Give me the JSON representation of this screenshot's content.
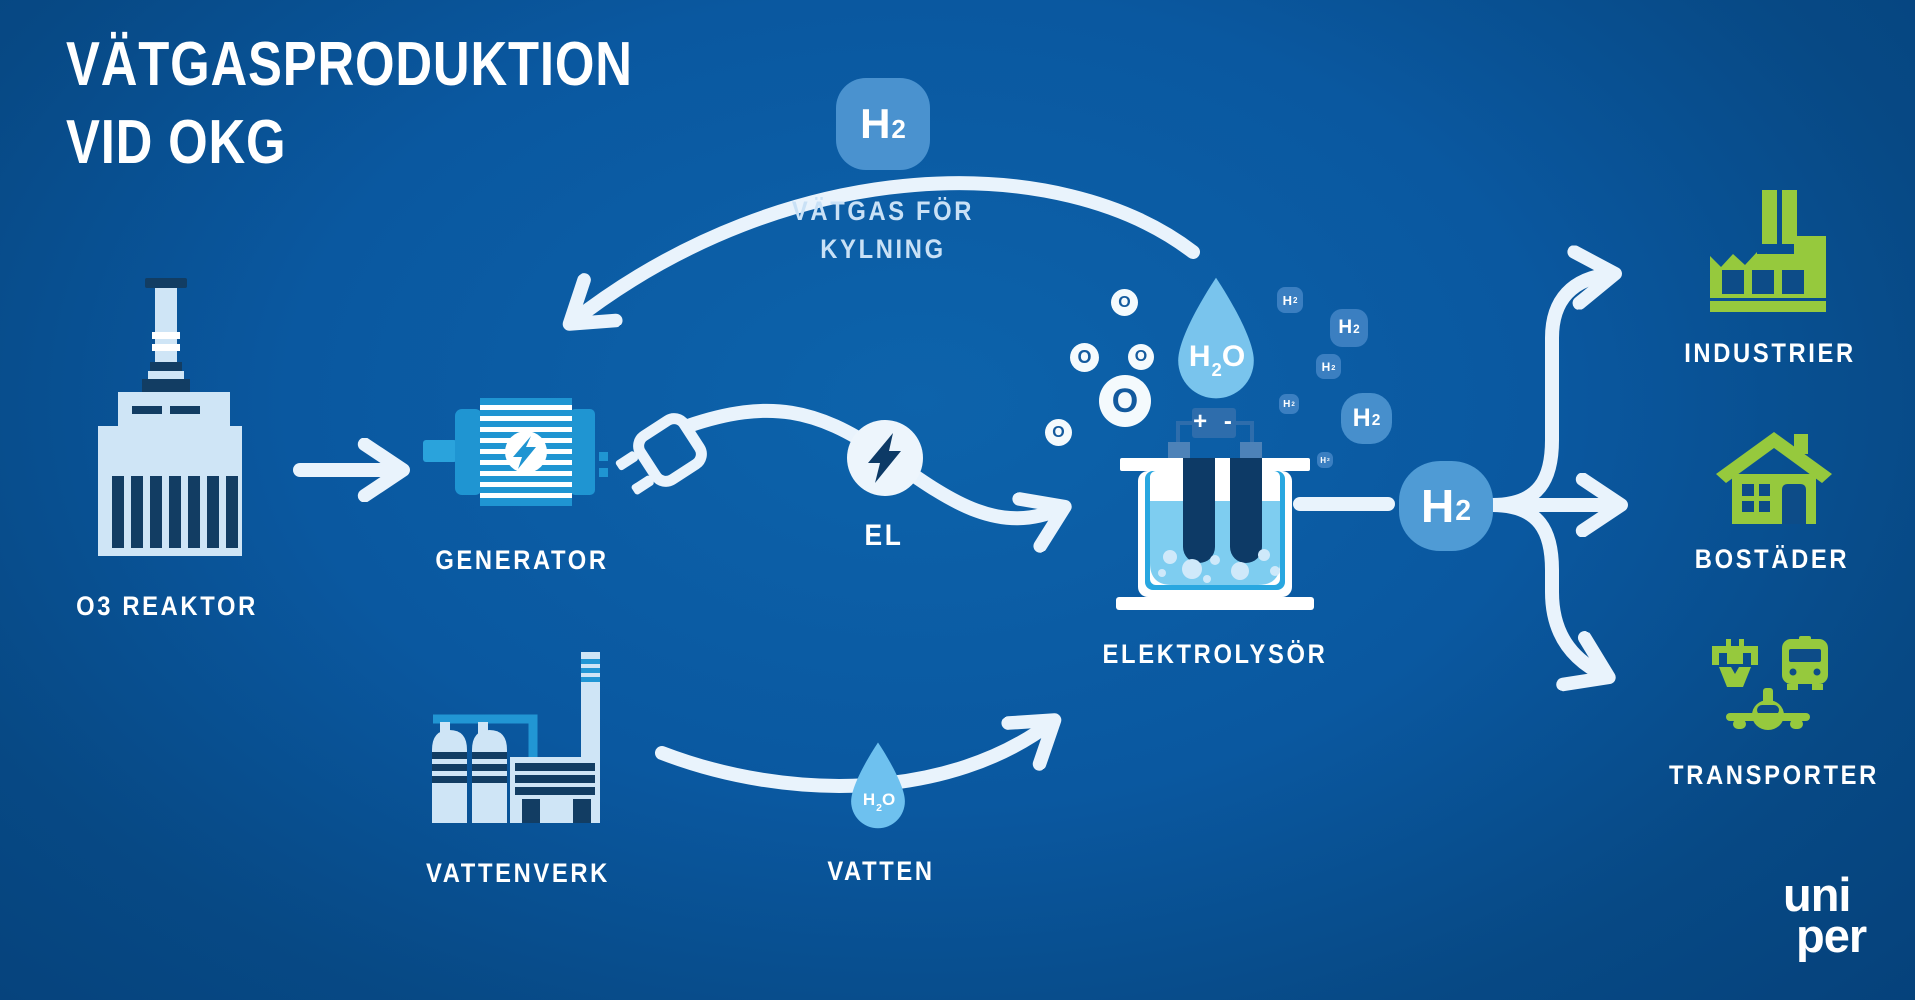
{
  "title": {
    "line1": "VÄTGASPRODUKTION",
    "line2": "VID OKG"
  },
  "flow": {
    "reactor_label": "O3 REAKTOR",
    "generator_label": "GENERATOR",
    "electricity_label": "EL",
    "electrolyzer_label": "ELEKTROLYSÖR",
    "electrolyzer_terminals": "+ -",
    "cooling_badge": "H2",
    "cooling_label_line1": "VÄTGAS FÖR",
    "cooling_label_line2": "KYLNING",
    "waterworks_label": "VATTENVERK",
    "water_label": "VATTEN",
    "water_drop_formula": "H2O",
    "big_drop_formula": "H2O",
    "h2_output_badge": "H2"
  },
  "outputs": [
    {
      "label": "INDUSTRIER",
      "icon": "factory-icon"
    },
    {
      "label": "BOSTÄDER",
      "icon": "house-icon"
    },
    {
      "label": "TRANSPORTER",
      "icon": "ship-bus-plane-icons"
    }
  ],
  "molecules": {
    "o_bubbles": [
      "O",
      "O",
      "O",
      "O",
      "O"
    ],
    "h2_bubbles": [
      "H2",
      "H2",
      "H2",
      "H2",
      "H2",
      "H2"
    ]
  },
  "logo": {
    "line1": "uni",
    "line2": "per"
  },
  "colors": {
    "background_center": "#0d63ab",
    "background_edge": "#05417a",
    "bright_blue": "#1f95d2",
    "light_icon_blue": "#cfe5f6",
    "navy": "#123d63",
    "badge_blue": "#4a92cf",
    "bubble_blue": "#3b7fc1",
    "drop_blue": "#79c4ed",
    "water_blue": "#7ecdf0",
    "green": "#96c93d",
    "arrow_white": "#e9f3fc",
    "cooling_label_blue": "#c9e1f6"
  }
}
